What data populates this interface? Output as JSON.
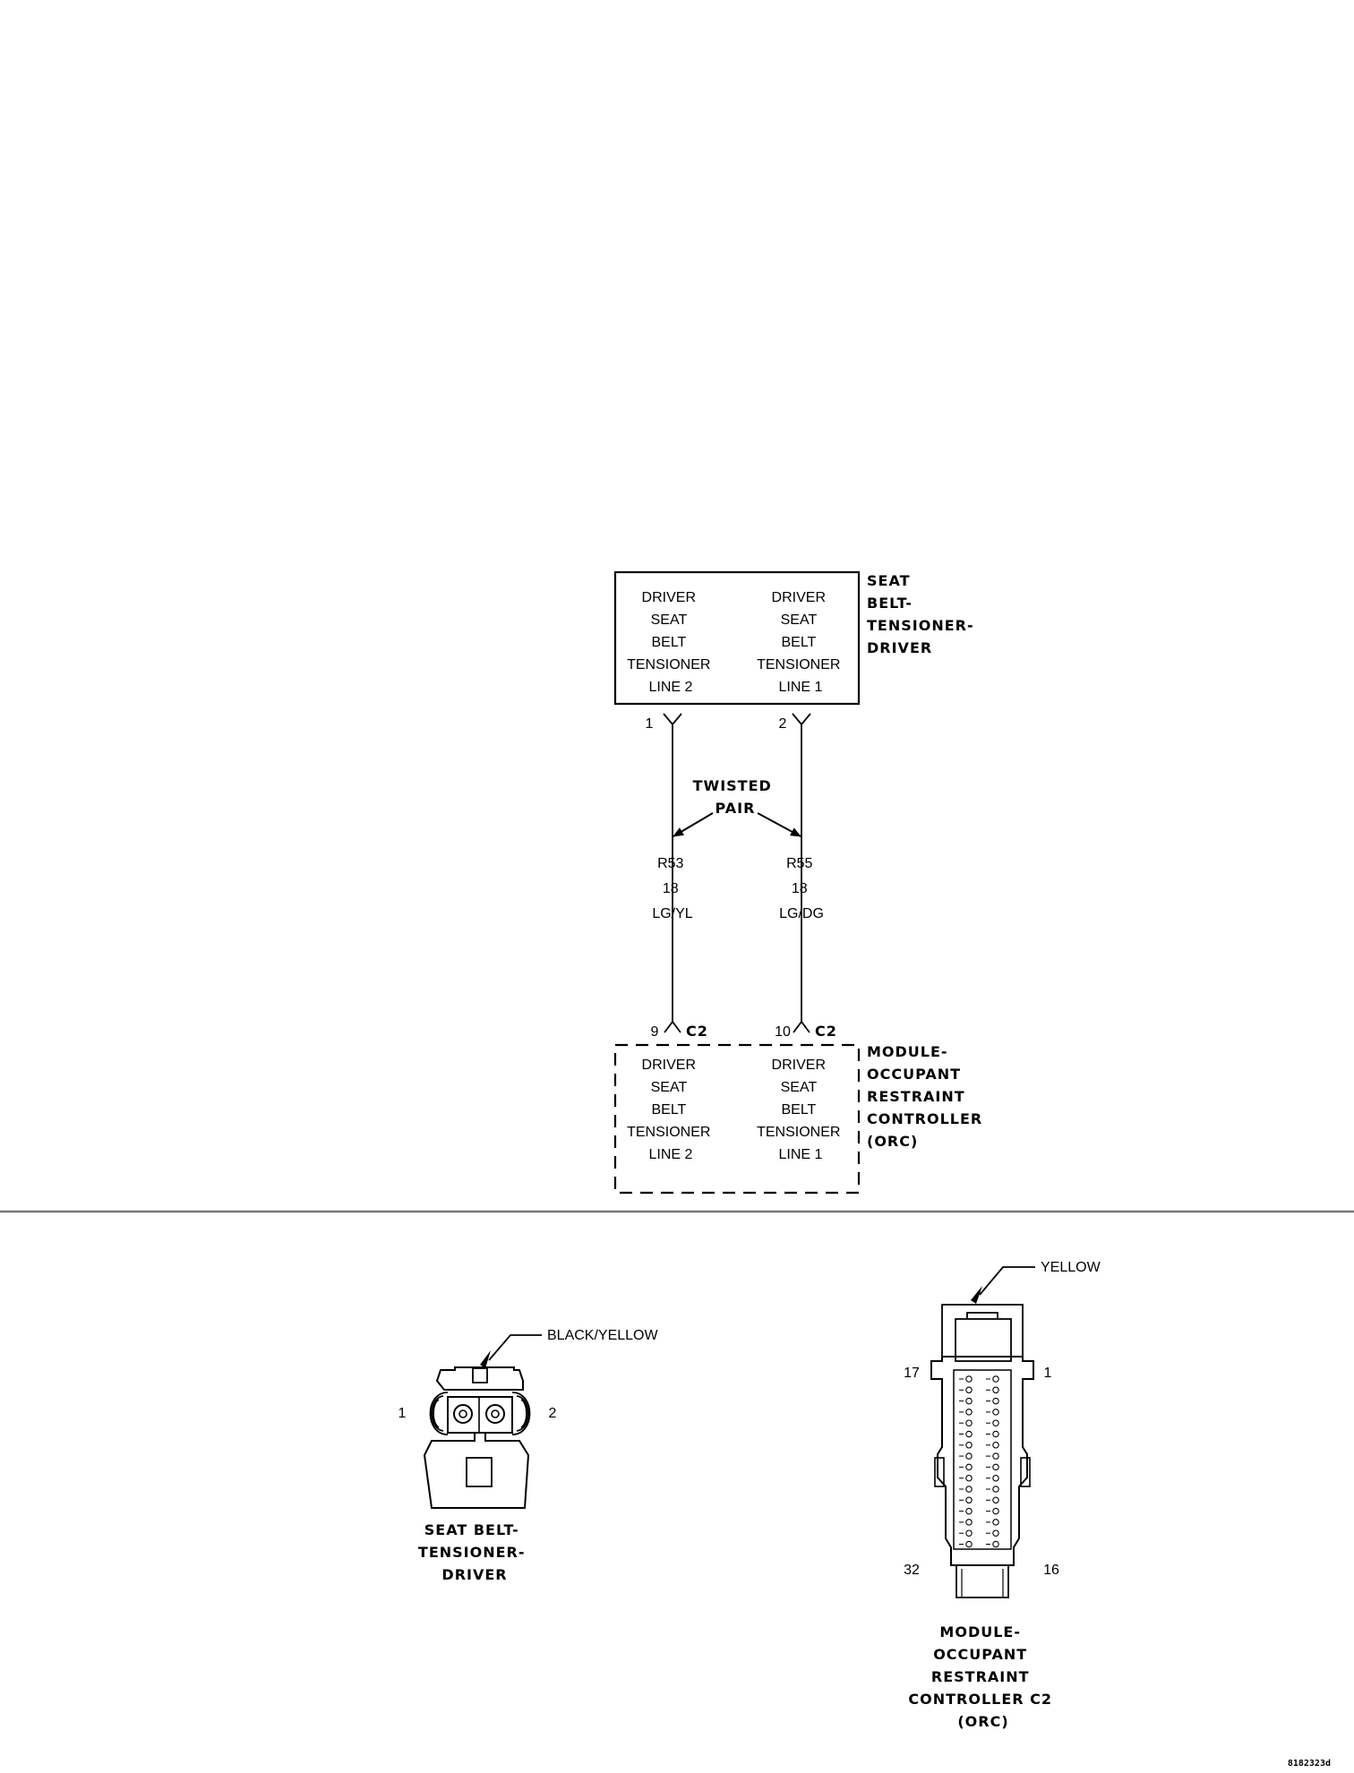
{
  "top_component": {
    "name_lines": [
      "SEAT",
      "BELT-",
      "TENSIONER-",
      "DRIVER"
    ],
    "left_circuit_lines": [
      "DRIVER",
      "SEAT",
      "BELT",
      "TENSIONER",
      "LINE 2"
    ],
    "right_circuit_lines": [
      "DRIVER",
      "SEAT",
      "BELT",
      "TENSIONER",
      "LINE 1"
    ],
    "left_pin": "1",
    "right_pin": "2"
  },
  "twisted_pair_lines": [
    "TWISTED",
    "PAIR"
  ],
  "wires": [
    {
      "circuit": "R53",
      "gauge": "18",
      "color": "LG/YL"
    },
    {
      "circuit": "R55",
      "gauge": "18",
      "color": "LG/DG"
    }
  ],
  "bottom_component": {
    "name_lines": [
      "MODULE-",
      "OCCUPANT",
      "RESTRAINT",
      "CONTROLLER",
      "(ORC)"
    ],
    "left_circuit_lines": [
      "DRIVER",
      "SEAT",
      "BELT",
      "TENSIONER",
      "LINE 2"
    ],
    "right_circuit_lines": [
      "DRIVER",
      "SEAT",
      "BELT",
      "TENSIONER",
      "LINE 1"
    ],
    "left_pin": "9",
    "right_pin": "10",
    "connector": "C2"
  },
  "connector_views": {
    "tensioner": {
      "color_callout": "BLACK/YELLOW",
      "pin_left": "1",
      "pin_right": "2",
      "caption_lines": [
        "SEAT BELT-",
        "TENSIONER-",
        "DRIVER"
      ]
    },
    "orc": {
      "color_callout": "YELLOW",
      "pin_top_left": "17",
      "pin_top_right": "1",
      "pin_bottom_left": "32",
      "pin_bottom_right": "16",
      "caption_lines": [
        "MODULE-",
        "OCCUPANT",
        "RESTRAINT",
        "CONTROLLER C2",
        "(ORC)"
      ]
    }
  },
  "figure_code": "8182323d"
}
